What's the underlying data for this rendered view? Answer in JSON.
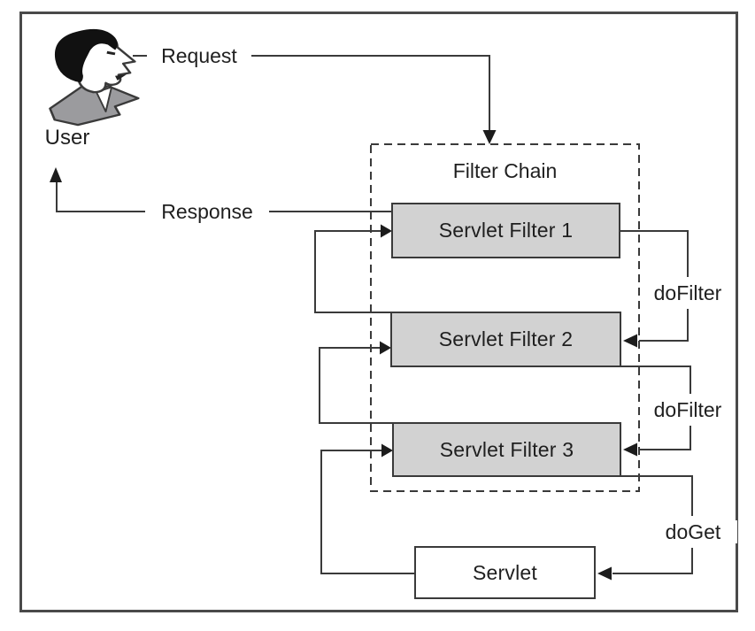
{
  "diagram": {
    "title": "Filter Chain",
    "user": {
      "label": "User",
      "icon": "person-profile-icon"
    },
    "flow_labels": {
      "request": "Request",
      "response": "Response",
      "do_filter_1": "doFilter",
      "do_filter_2": "doFilter",
      "do_get": "doGet"
    },
    "nodes": {
      "filter_1": {
        "label": "Servlet Filter 1"
      },
      "filter_2": {
        "label": "Servlet Filter 2"
      },
      "filter_3": {
        "label": "Servlet Filter 3"
      },
      "servlet": {
        "label": "Servlet"
      }
    },
    "colors": {
      "line": "#3a3a3a",
      "filter_box_fill": "#d2d2d2",
      "servlet_box_fill": "#ffffff",
      "frame_border": "#4a4a4a",
      "collar_gray": "#9b9b9e",
      "text": "#1f1f1f",
      "background": "#ffffff"
    }
  }
}
